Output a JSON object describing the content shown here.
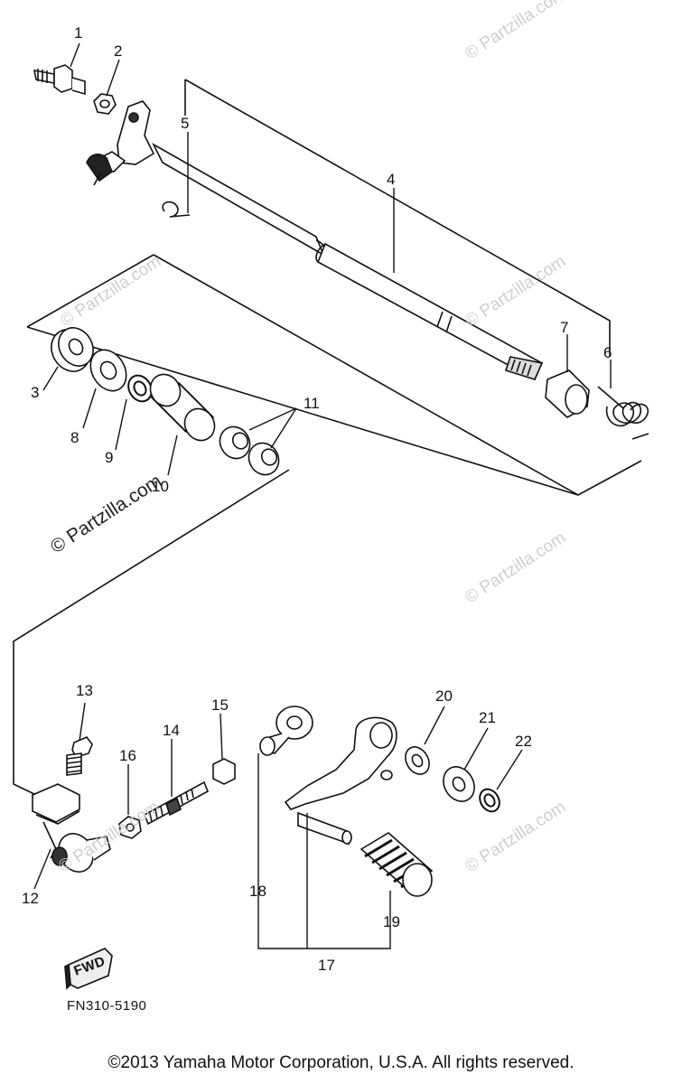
{
  "diagram": {
    "part_callouts": [
      "1",
      "2",
      "3",
      "4",
      "5",
      "6",
      "7",
      "8",
      "9",
      "10",
      "11",
      "12",
      "13",
      "14",
      "15",
      "16",
      "17",
      "18",
      "19",
      "20",
      "21",
      "22"
    ],
    "forward_label": "FWD",
    "drawing_code": "FN310-5190"
  },
  "watermarks": {
    "main": "© Partzilla.com",
    "faint": "© Partzilla.com"
  },
  "footer": {
    "copyright": "©2013  Yamaha Motor Corporation, U.S.A. All rights reserved."
  }
}
